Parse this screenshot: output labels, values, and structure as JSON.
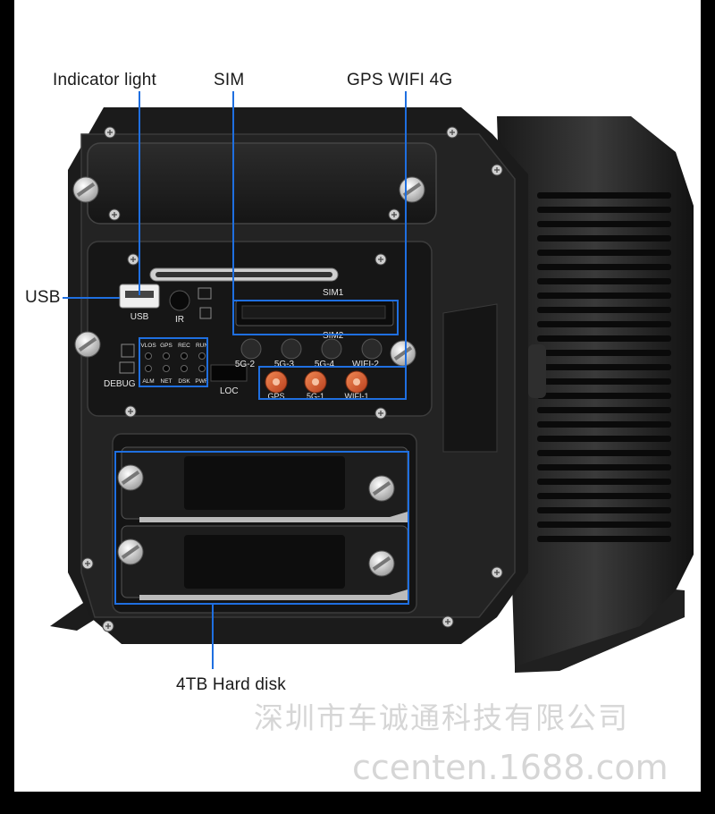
{
  "callouts": {
    "indicator_light": "Indicator light",
    "sim": "SIM",
    "gps_wifi_4g": "GPS WIFI 4G",
    "usb": "USB",
    "hard_disk": "4TB Hard disk"
  },
  "silkscreen": {
    "usb": "USB",
    "ir": "IR",
    "debug": "DEBUG",
    "loc": "LOC",
    "sim1": "SIM1",
    "sim2": "SIM2",
    "led_top": [
      "VLOS",
      "GPS",
      "REC",
      "RUN"
    ],
    "led_bottom": [
      "ALM",
      "NET",
      "DSK",
      "PWR"
    ],
    "antenna_top": [
      "5G-2",
      "5G-3",
      "5G-4",
      "WIFI-2"
    ],
    "antenna_bottom": [
      "GPS",
      "5G-1",
      "WIFI-1"
    ]
  },
  "watermark": {
    "company": "深圳市车诚通科技有限公司",
    "site": "ccenten.1688.com"
  },
  "colors": {
    "callout_line": "#1f6fe0",
    "background": "#ffffff",
    "frame": "#000000",
    "connector_gold": "#d4603a"
  }
}
